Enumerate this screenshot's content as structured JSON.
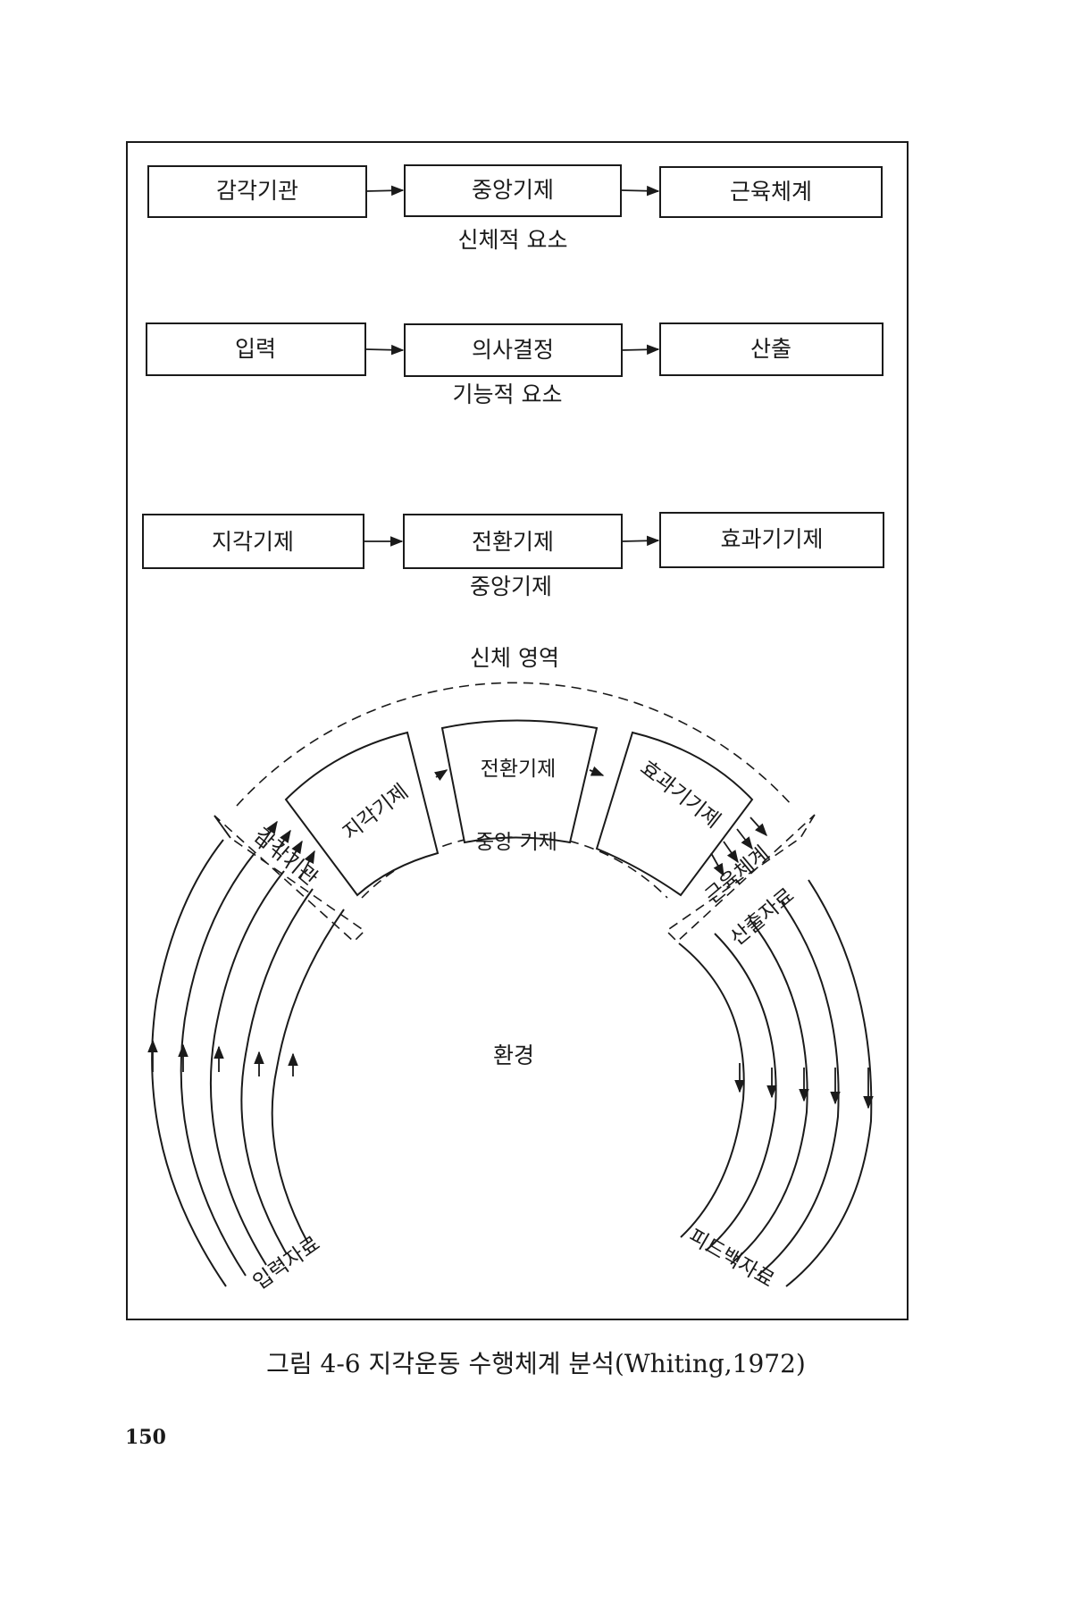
{
  "rows": [
    {
      "boxes": [
        "감각기관",
        "중앙기제",
        "근육체계"
      ],
      "caption": "신체적 요소"
    },
    {
      "boxes": [
        "입력",
        "의사결정",
        "산출"
      ],
      "caption": "기능적 요소"
    },
    {
      "boxes": [
        "지각기제",
        "전환기제",
        "효과기기제"
      ],
      "caption": "중앙기제"
    }
  ],
  "circular": {
    "outer_label": "신체 영역",
    "segments": [
      "지각기제",
      "전환기제",
      "효과기기제"
    ],
    "inner_label": "중앙 기제",
    "left_label": "감각기관",
    "right_label_upper": "근육체계",
    "right_label_lower": "산출자료",
    "center_label": "환경",
    "input_label": "입력자료",
    "feedback_label": "피드백자료"
  },
  "caption": "그림 4-6 지각운동 수행체계 분석(Whiting,1972)",
  "page_number": "150"
}
